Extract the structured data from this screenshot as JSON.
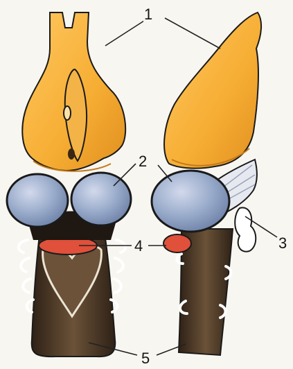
{
  "labels": [
    {
      "id": "label-1",
      "text": "1"
    },
    {
      "id": "label-2",
      "text": "2"
    },
    {
      "id": "label-3",
      "text": "3"
    },
    {
      "id": "label-4",
      "text": "4"
    },
    {
      "id": "label-5",
      "text": "5"
    }
  ],
  "colors": {
    "background": "#f8f6f0",
    "forebrain": "#f6ad33",
    "forebrain_shadow": "#d98a1c",
    "midbrain": "#95a7c8",
    "midbrain_highlight": "#c3cce2",
    "cerebellum": "#e0503a",
    "medulla": "#5a4330",
    "medulla_dark": "#2b1e14",
    "nerves": "#ffffff",
    "outline": "#1a1a1a"
  }
}
